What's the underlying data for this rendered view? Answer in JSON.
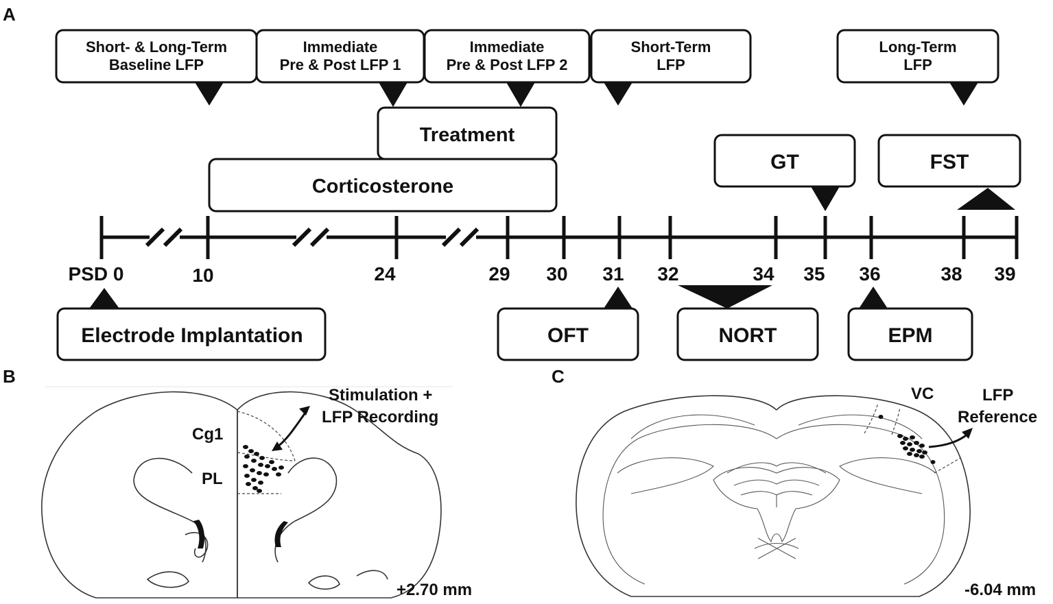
{
  "panels": {
    "a": "A",
    "b": "B",
    "c": "C"
  },
  "timeline": {
    "ticks": [
      {
        "label": "PSD 0"
      },
      {
        "label": "10"
      },
      {
        "label": "24"
      },
      {
        "label": "29"
      },
      {
        "label": "30"
      },
      {
        "label": "31"
      },
      {
        "label": "32"
      },
      {
        "label": "34"
      },
      {
        "label": "35"
      },
      {
        "label": "36"
      },
      {
        "label": "38"
      },
      {
        "label": "39"
      }
    ],
    "top_boxes": [
      {
        "line1": "Short- & Long-Term",
        "line2": "Baseline LFP"
      },
      {
        "line1": "Immediate",
        "line2": "Pre & Post LFP 1"
      },
      {
        "line1": "Immediate",
        "line2": "Pre & Post LFP 2"
      },
      {
        "line1": "Short-Term",
        "line2": "LFP"
      },
      {
        "line1": "Long-Term",
        "line2": "LFP"
      }
    ],
    "treatment": "Treatment",
    "corticosterone": "Corticosterone",
    "gt": "GT",
    "fst": "FST",
    "bottom_boxes": {
      "electrode": "Electrode Implantation",
      "oft": "OFT",
      "nort": "NORT",
      "epm": "EPM"
    }
  },
  "panel_b": {
    "label_cg1": "Cg1",
    "label_pl": "PL",
    "anno_line1": "Stimulation +",
    "anno_line2": "LFP Recording",
    "coord": "+2.70 mm"
  },
  "panel_c": {
    "label_vc": "VC",
    "anno_line1": "LFP",
    "anno_line2": "Reference",
    "coord": "-6.04 mm"
  }
}
